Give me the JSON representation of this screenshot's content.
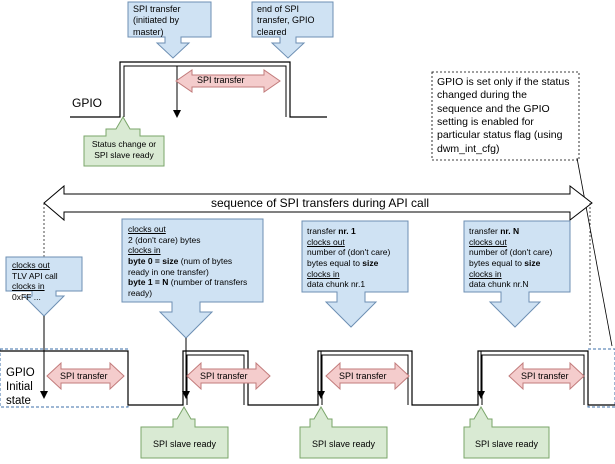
{
  "top": {
    "callout_left": [
      "SPI transfer",
      "(initiated by",
      "master)"
    ],
    "callout_right": [
      "end of SPI",
      "transfer, GPIO",
      "cleared"
    ],
    "spi_transfer_label": "SPI transfer",
    "gpio_label": "GPIO",
    "status_change": [
      "Status change or",
      "SPI slave ready"
    ]
  },
  "note": [
    "GPIO is set only if the status",
    "changed during the",
    "sequence and the GPIO",
    "setting is enabled for",
    "particular status flag (using",
    "dwm_int_cfg)"
  ],
  "sequence_label": "sequence of SPI transfers during API call",
  "bottom": {
    "gpio_initial": [
      "GPIO",
      "Initial",
      "state"
    ],
    "spi_transfer_label": "SPI transfer",
    "slave_ready": "SPI slave ready",
    "callout0": {
      "l1": "clocks out",
      "l2": "TLV API call",
      "l3": "clocks in",
      "l4": "0xFF ..."
    },
    "callout1": {
      "l1": "clocks out",
      "l2": "2 (don't care) bytes",
      "l3": "clocks in",
      "l4a": "byte 0 = size",
      "l4b": " (num of bytes",
      "l5": "ready in one transfer)",
      "l6a": "byte 1 = N",
      "l6b": " (number of transfers",
      "l7": "ready)"
    },
    "callout2": {
      "l1a": "transfer ",
      "l1b": "nr. 1",
      "l2": "clocks out",
      "l3": "number of (don't care)",
      "l4a": "bytes equal to ",
      "l4b": "size",
      "l5": "clocks in",
      "l6": "data chunk nr.1"
    },
    "callout3": {
      "l1a": "transfer ",
      "l1b": "nr. N",
      "l2": "clocks out",
      "l3": "number of (don't care)",
      "l4a": "bytes equal to ",
      "l4b": "size",
      "l5": "clocks in",
      "l6": "data chunk nr.N"
    }
  },
  "colors": {
    "blue_fill": "#cfe2f3",
    "blue_stroke": "#6d8fb3",
    "green_fill": "#d9ead3",
    "green_stroke": "#7aa56a",
    "pink_fill": "#f4cccc",
    "pink_stroke": "#c27b7b"
  }
}
